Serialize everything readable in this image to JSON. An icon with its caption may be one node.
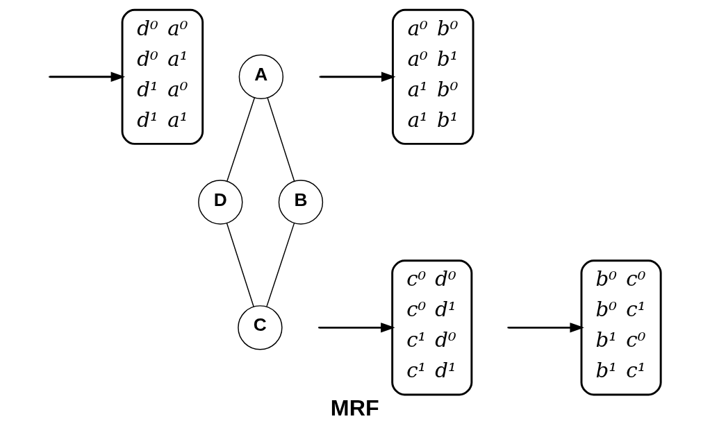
{
  "diagram": {
    "caption": "MRF",
    "nodes": [
      {
        "text": [
          "d⁰",
          "a⁰",
          "d⁰",
          "a¹",
          "d¹",
          "a⁰",
          "d¹",
          "a¹"
        ]
      },
      {
        "text": [
          "a⁰",
          "b⁰",
          "a⁰",
          "b¹",
          "a¹",
          "b⁰",
          "a¹",
          "b¹"
        ]
      },
      {
        "text": [
          "A"
        ]
      },
      {
        "text": [
          "D"
        ]
      },
      {
        "text": [
          "B"
        ]
      },
      {
        "text": [
          "c⁰",
          "d⁰",
          "c⁰",
          "d¹",
          "c¹",
          "d⁰",
          "c¹",
          "d¹"
        ]
      },
      {
        "text": [
          "C"
        ]
      },
      {
        "text": [
          "b⁰",
          "c⁰",
          "b⁰",
          "c¹",
          "b¹",
          "c⁰",
          "b¹",
          "c¹"
        ]
      }
    ],
    "edges": [
      {
        "from": 2,
        "to": 3,
        "arrow": "none"
      },
      {
        "from": 2,
        "to": 4,
        "arrow": "none"
      },
      {
        "from": 3,
        "to": 6,
        "arrow": "none"
      },
      {
        "from": 4,
        "to": 6,
        "arrow": "none"
      },
      {
        "from": null,
        "to": 0,
        "arrow": "to"
      },
      {
        "from": null,
        "to": 1,
        "arrow": "to"
      },
      {
        "from": null,
        "to": 5,
        "arrow": "to"
      },
      {
        "from": null,
        "to": 7,
        "arrow": "to"
      }
    ]
  }
}
